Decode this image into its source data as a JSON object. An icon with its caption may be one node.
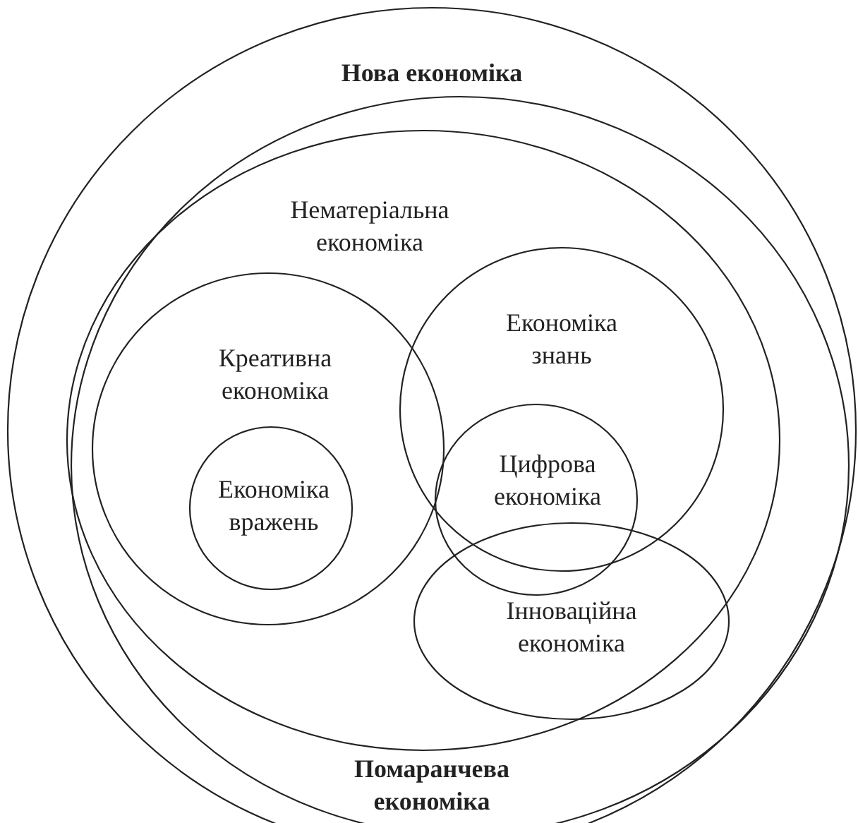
{
  "diagram": {
    "nodes": [
      {
        "text": [
          "Нова економіка"
        ]
      },
      {
        "text": [
          "Помаранчева економіка"
        ],
        "in": 0
      },
      {
        "text": [
          "Нематеріальна економіка"
        ],
        "in": 1
      },
      {
        "text": [
          "Креативна економіка"
        ],
        "in": 2
      },
      {
        "text": [
          "Економіка знань"
        ],
        "in": 2
      },
      {
        "text": [
          "Економіка вражень"
        ],
        "in": 3
      },
      {
        "text": [
          "Цифрова економіка"
        ],
        "in": 2
      },
      {
        "text": [
          "Інноваційна економіка"
        ],
        "in": 2
      }
    ]
  }
}
